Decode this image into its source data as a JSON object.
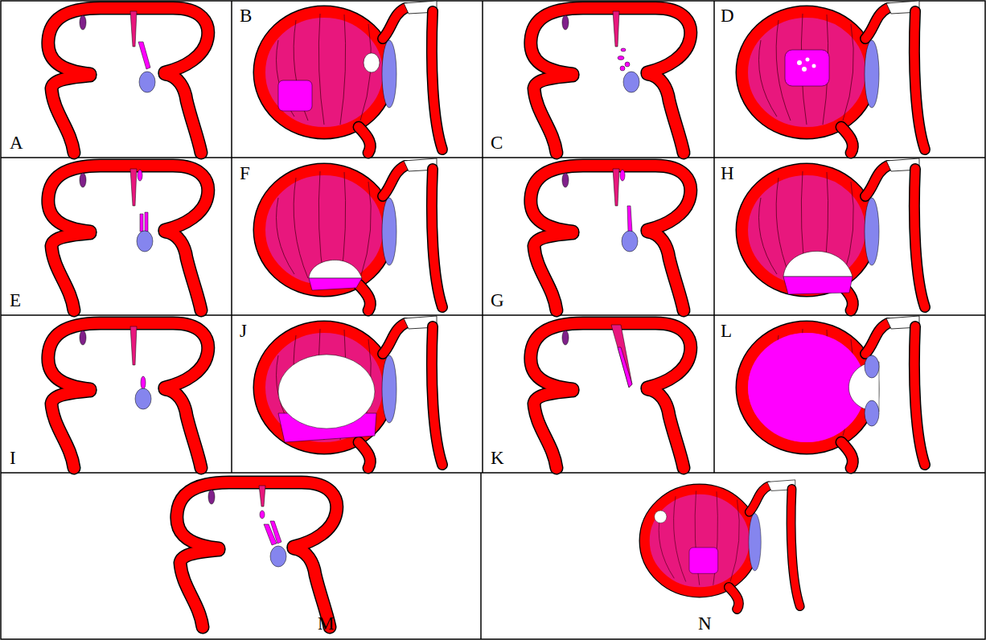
{
  "diagram": {
    "labels": [
      "A",
      "B",
      "C",
      "D",
      "E",
      "F",
      "G",
      "H",
      "I",
      "J",
      "K",
      "L",
      "M",
      "N"
    ]
  }
}
